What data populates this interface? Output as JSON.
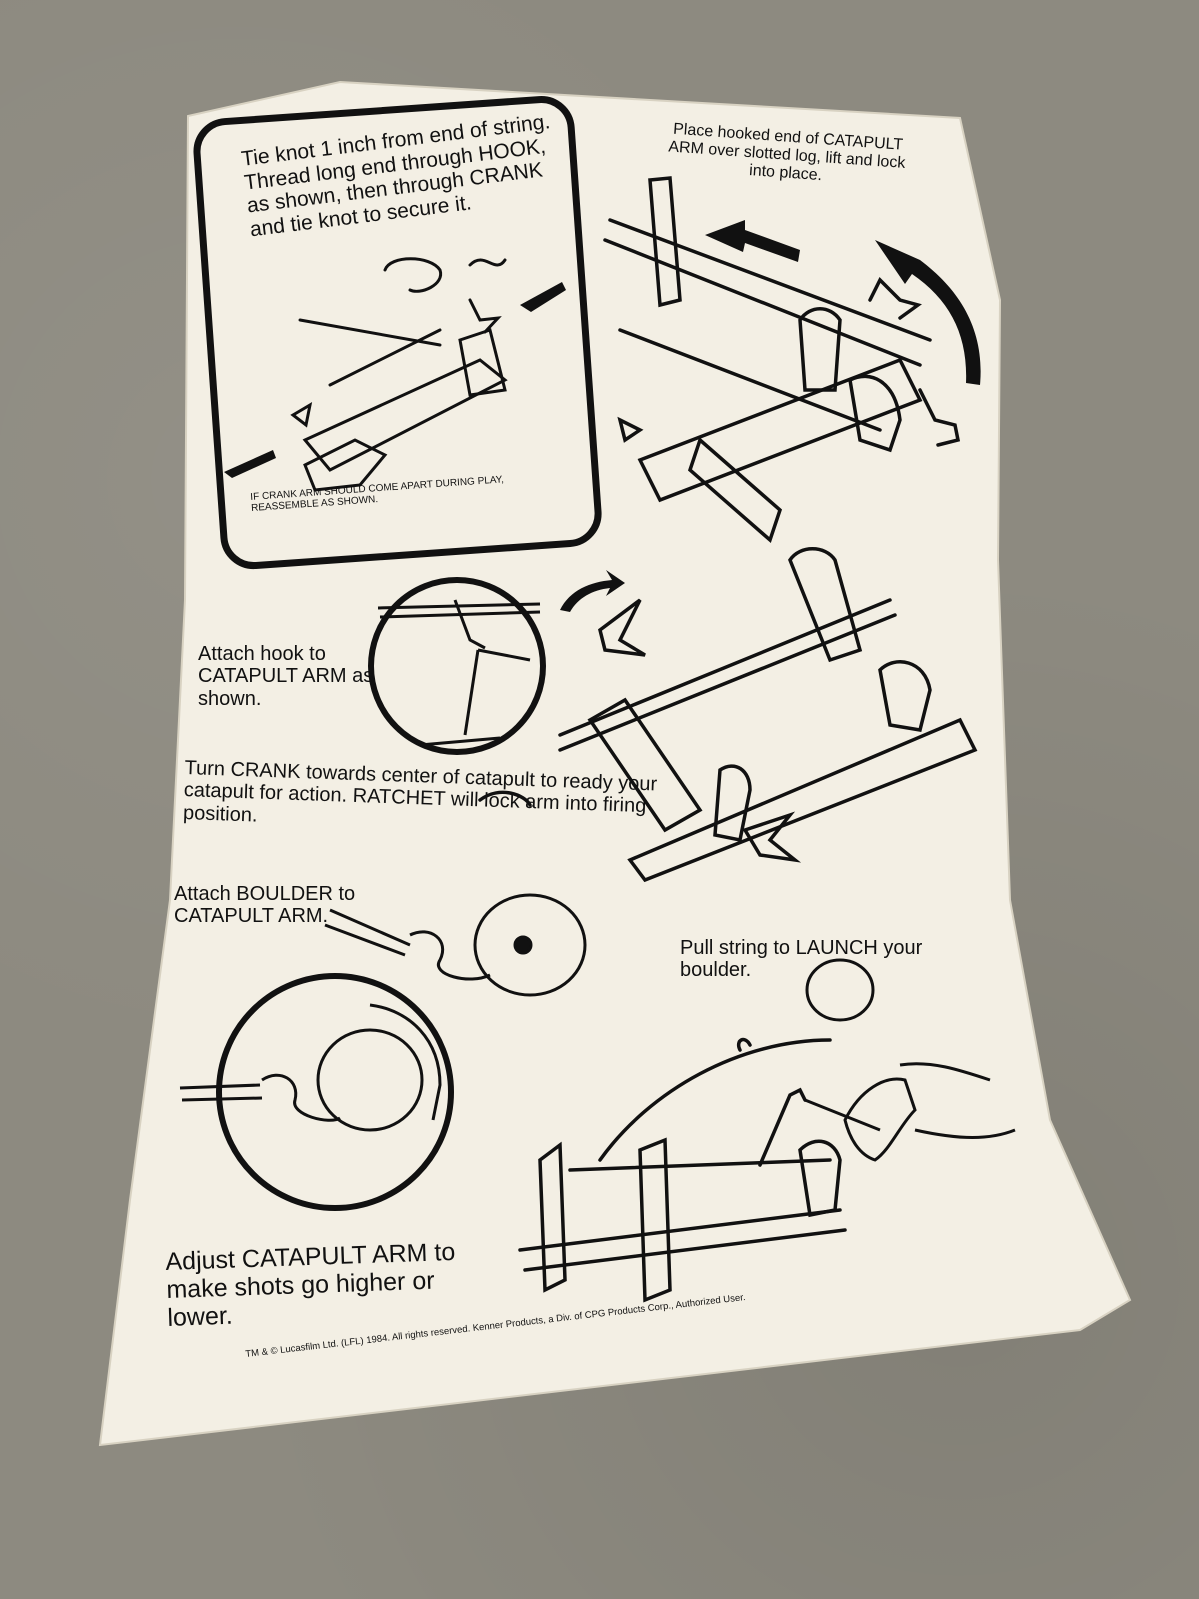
{
  "instructions": {
    "tie_knot": "Tie knot 1 inch from end of string. Thread long end through HOOK, as shown, then through CRANK and tie knot to secure it.",
    "crank_note": "IF CRANK ARM SHOULD COME APART DURING PLAY, REASSEMBLE AS SHOWN.",
    "place_hooked": "Place hooked end of CATAPULT ARM over slotted log, lift and lock into place.",
    "attach_hook": "Attach hook to CATAPULT ARM as shown.",
    "turn_crank": "Turn CRANK towards center of catapult to ready your catapult for action. RATCHET will lock arm into firing position.",
    "attach_boulder": "Attach BOULDER to CATAPULT ARM.",
    "pull_string": "Pull string to LAUNCH your boulder.",
    "adjust_arm": "Adjust CATAPULT ARM to make shots go higher or lower."
  },
  "footer": {
    "copyright": "TM & © Lucasfilm Ltd. (LFL) 1984. All rights reserved. Kenner Products, a Div. of CPG Products Corp., Authorized User."
  },
  "icons": [
    "arrow-icon",
    "catapult-illustration",
    "boulder-illustration",
    "hand-illustration",
    "hook-illustration"
  ],
  "colors": {
    "background": "#8d8a80",
    "paper": "#f3efe4",
    "ink": "#111111"
  }
}
